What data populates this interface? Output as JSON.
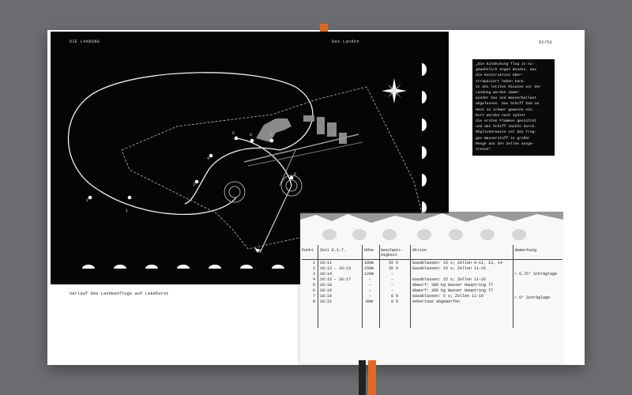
{
  "left_page": {
    "section_label": "DIE LANDUNG",
    "section_label_right": "Das Landen",
    "caption": "Verlauf des Landeanflugs auf Lakehurst"
  },
  "right_page": {
    "page_number": "52/53",
    "text_lines": [
      "„Die Eindeckung flog in ei-",
      "gewohnlich engen Winden, was",
      "die Konstruktion über-",
      "strapaziert haben kann.",
      "In den letzten Minuten vor der",
      "Landung wurden immer",
      "wieder Gas und Wasserballast",
      "abgelassen. Das Schiff kam im",
      "Heck zu schwer gewesen ein.",
      "Dort wurden nach später",
      "die ersten Flammen gesichtet",
      "und das Schiff sackte durch.",
      "Möglicherweise ist das Trag-",
      "gas Wasserstoff in großer",
      "Menge aus den Zellen ausge-",
      "treten“"
    ]
  },
  "table": {
    "headers": {
      "punkt": "Punkt",
      "zeit": "Zeit E.S.T.",
      "hoehe": "Höhe",
      "geschw_1": "Geschwin-",
      "geschw_2": "digkeit",
      "aktion": "Aktion",
      "bemerkung": "Bemerkung"
    },
    "rows": [
      {
        "punkt": "1",
        "zeit": "18:11",
        "hoehe": "180m",
        "geschw": "55 %",
        "aktion": "Gasablassen: 15 s; Zellen 9–11, 13, 14",
        "bemerkung": ""
      },
      {
        "punkt": "2",
        "zeit": "18:12 – 18:13",
        "hoehe": "150m",
        "geschw": "35 %",
        "aktion": "Gasablassen: 15 s; Zellen 11–16",
        "bemerkung": ""
      },
      {
        "punkt": "3",
        "zeit": "18:14",
        "hoehe": "120m",
        "geschw": "–",
        "aktion": "",
        "bemerkung": "≈ 0,75° Schräglage"
      },
      {
        "punkt": "4",
        "zeit": "18:15 – 18:17",
        "hoehe": "–",
        "geschw": "–",
        "aktion": "Gasablassen: 15 s; Zellen 11–16",
        "bemerkung": ""
      },
      {
        "punkt": "5",
        "zeit": "18:18",
        "hoehe": "–",
        "geschw": "–",
        "aktion": "Abwurf: 300 kg Wasser Hauptring 77",
        "bemerkung": ""
      },
      {
        "punkt": "6",
        "zeit": "18:19",
        "hoehe": "–",
        "geschw": "–",
        "aktion": "Abwurf: 300 kg Wasser Hauptring 77",
        "bemerkung": ""
      },
      {
        "punkt": "7",
        "zeit": "18:19",
        "hoehe": "–",
        "geschw": "8 %",
        "aktion": "Gasablassen: 5 s; Zellen 11–16",
        "bemerkung": "≈ 0° Schräglage"
      },
      {
        "punkt": "8",
        "zeit": "18:21",
        "hoehe": "90m",
        "geschw": "0 %",
        "aktion": "Ankertaue abgeworfen",
        "bemerkung": ""
      }
    ]
  },
  "map": {
    "point_labels": [
      "1",
      "2",
      "3",
      "4",
      "5",
      "6",
      "7",
      "8"
    ]
  },
  "colors": {
    "background": "#6b6d71",
    "map_black": "#050505",
    "ribbon": "#e0661f"
  },
  "icons": [
    "compass-rose-icon"
  ]
}
